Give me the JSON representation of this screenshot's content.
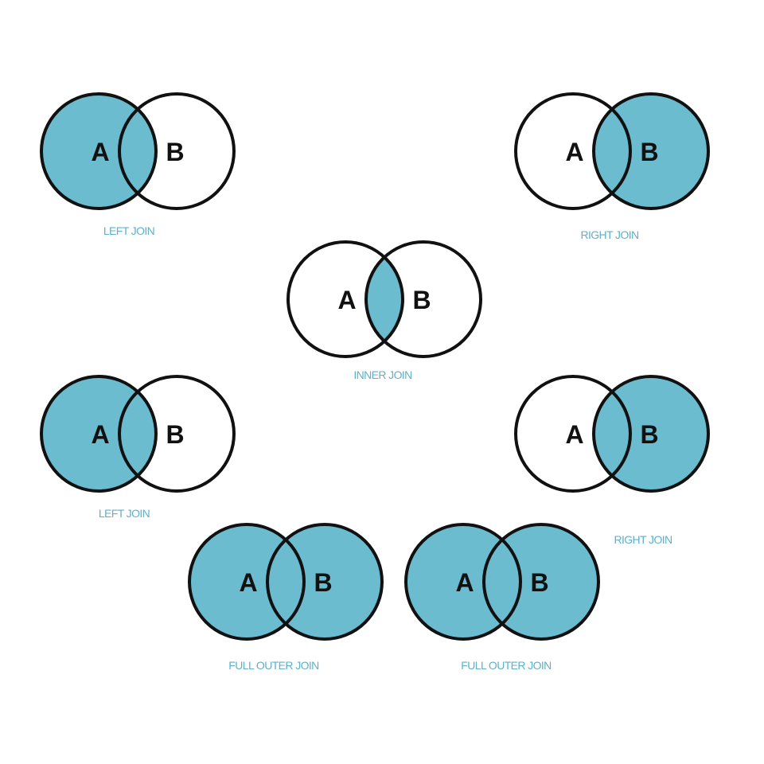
{
  "colors": {
    "fill": "#6cbcd0",
    "stroke": "#111111",
    "caption": "#5fb0c8",
    "letter": "#111111"
  },
  "diagrams": [
    {
      "id": "left-join-top",
      "caption": "LEFT JOIN",
      "left_letter": "A",
      "right_letter": "B",
      "shade": {
        "left_only": true,
        "overlap": true,
        "right_only": false
      }
    },
    {
      "id": "right-join-top",
      "caption": "RIGHT JOIN",
      "left_letter": "A",
      "right_letter": "B",
      "shade": {
        "left_only": false,
        "overlap": true,
        "right_only": true
      }
    },
    {
      "id": "inner-join",
      "caption": "INNER JOIN",
      "left_letter": "A",
      "right_letter": "B",
      "shade": {
        "left_only": false,
        "overlap": true,
        "right_only": false
      }
    },
    {
      "id": "left-join-exclusive",
      "caption": "LEFT JOIN",
      "left_letter": "A",
      "right_letter": "B",
      "shade": {
        "left_only": true,
        "overlap": false,
        "right_only": false
      }
    },
    {
      "id": "right-join-exclusive",
      "caption": "RIGHT JOIN",
      "left_letter": "A",
      "right_letter": "B",
      "shade": {
        "left_only": false,
        "overlap": false,
        "right_only": true
      }
    },
    {
      "id": "full-outer-join",
      "caption": "FULL OUTER JOIN",
      "left_letter": "A",
      "right_letter": "B",
      "shade": {
        "left_only": true,
        "overlap": true,
        "right_only": true
      }
    },
    {
      "id": "full-outer-join-exclusive",
      "caption": "FULL OUTER JOIN",
      "left_letter": "A",
      "right_letter": "B",
      "shade": {
        "left_only": true,
        "overlap": false,
        "right_only": true
      }
    }
  ]
}
